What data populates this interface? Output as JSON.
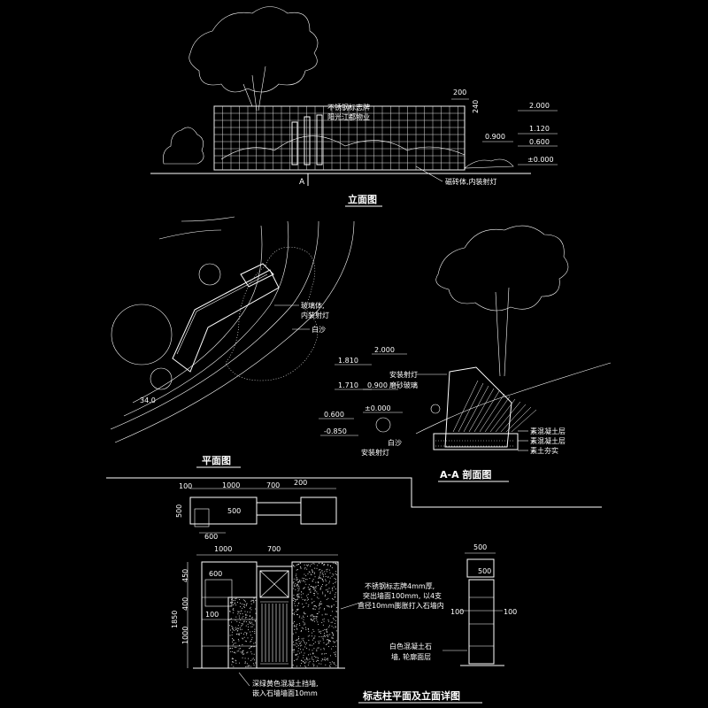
{
  "titles": {
    "elevation": "立面图",
    "plan": "平面图",
    "section": "A-A 剖面图",
    "detail": "标志柱平面及立面详图"
  },
  "elevation": {
    "section_mark": "A",
    "levels": [
      "2.000",
      "1.120",
      "0.600",
      "±0.000",
      "0.900"
    ],
    "dims": [
      "200",
      "240"
    ],
    "labels": [
      "磁砖体,内装射灯",
      "不锈钢标志牌",
      "阳光江都物业"
    ]
  },
  "plan": {
    "labels": [
      "玻璃体,",
      "内装射灯",
      "白沙"
    ],
    "contour_label": "34.0"
  },
  "section": {
    "levels_left": [
      "1.810",
      "1.710",
      "0.600",
      "-0.850"
    ],
    "levels_mid": [
      "2.000",
      "0.900",
      "±0.000"
    ],
    "labels": [
      "安装射灯",
      "磨砂玻璃",
      "白沙",
      "安装射灯"
    ],
    "layers": [
      "素混凝土层",
      "素混凝土层",
      "素土夯实"
    ]
  },
  "detail": {
    "plan_dims_top": [
      "100",
      "1000",
      "700",
      "200"
    ],
    "plan_dims_side": [
      "500",
      "600",
      "500"
    ],
    "elev_dims_top": [
      "1000",
      "700"
    ],
    "elev_dims_left": [
      "1850",
      "450",
      "400",
      "1000"
    ],
    "elev_dims_inner": [
      "600",
      "100"
    ],
    "side_dims": [
      "500",
      "500",
      "100",
      "100"
    ],
    "note_sign": [
      "不锈钢标志牌4mm厚,",
      "突出墙面100mm, 以4支",
      "直径10mm膨胀打入石墙内"
    ],
    "note_stone": [
      "白色混凝土石",
      "墙, 轮廓面层"
    ],
    "note_bottom": [
      "深绿黄色混凝土挡墙,",
      "嵌入石墙墙面10mm"
    ]
  }
}
